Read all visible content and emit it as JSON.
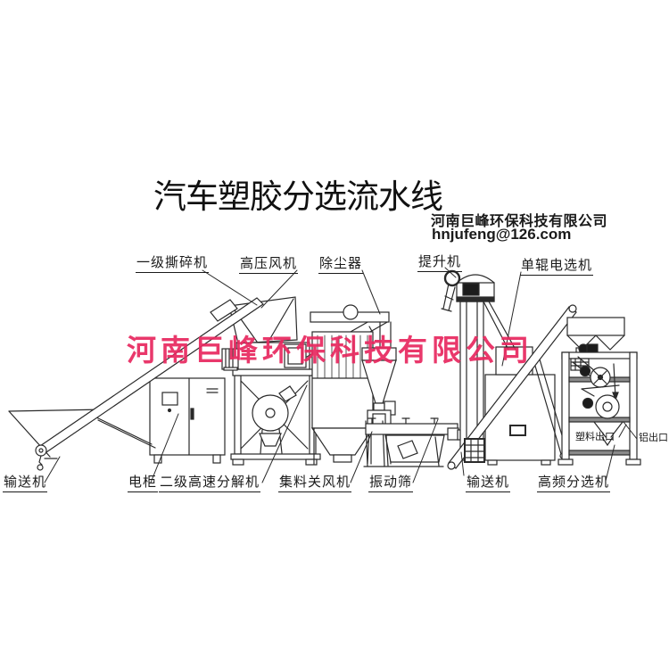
{
  "page": {
    "background": "#ffffff",
    "line_color": "#2a2a2a"
  },
  "title": {
    "text": "汽车塑胶分选流水线"
  },
  "company": {
    "name": "河南巨峰环保科技有限公司",
    "email": "hnjufeng@126.com"
  },
  "watermark": {
    "text": "河南巨峰环保科技有限公司",
    "color": "#e8285f"
  },
  "labels": {
    "top": [
      {
        "id": "primary-shredder",
        "text": "一级撕碎机"
      },
      {
        "id": "high-pressure-fan",
        "text": "高压风机"
      },
      {
        "id": "dust-collector",
        "text": "除尘器"
      },
      {
        "id": "bucket-elevator",
        "text": "提升机"
      },
      {
        "id": "single-roller-electrostatic-separator",
        "text": "单辊电选机"
      }
    ],
    "bottom": [
      {
        "id": "conveyor-left",
        "text": "输送机"
      },
      {
        "id": "electric-cabinet",
        "text": "电柜"
      },
      {
        "id": "secondary-high-speed-decomposer",
        "text": "二级高速分解机"
      },
      {
        "id": "collection-airlock-fan",
        "text": "集料关风机"
      },
      {
        "id": "vibrating-screen",
        "text": "振动筛"
      },
      {
        "id": "conveyor-right",
        "text": "输送机"
      },
      {
        "id": "high-frequency-sorter",
        "text": "高频分选机"
      }
    ],
    "outlets": [
      {
        "id": "plastic-outlet",
        "text": "塑料出口"
      },
      {
        "id": "aluminum-outlet",
        "text": "铝出口"
      }
    ]
  }
}
